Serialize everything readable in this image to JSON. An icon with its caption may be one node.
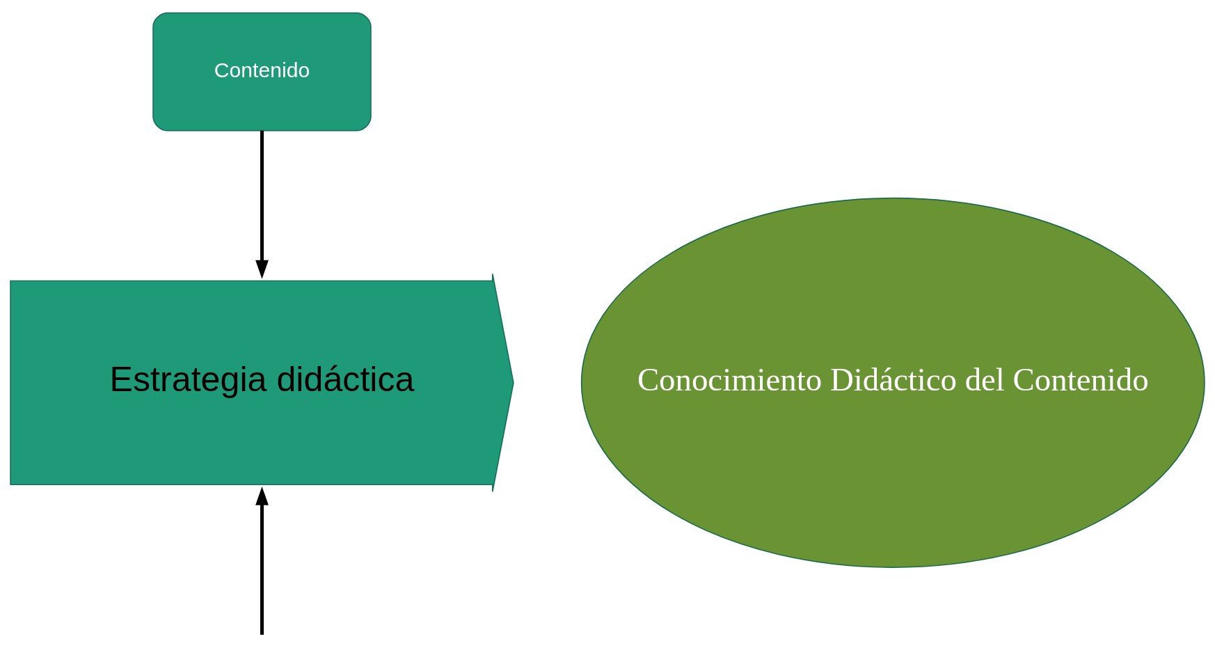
{
  "diagram": {
    "nodes": [
      {
        "text": [
          "Contenido"
        ]
      },
      {
        "text": [
          "Estrategia didáctica"
        ]
      },
      {
        "text": [
          "Conocimiento Didáctico del Contenido"
        ]
      }
    ],
    "edges": [
      {
        "from": 0,
        "to": 1,
        "arrow": "to"
      },
      {
        "from": null,
        "to": 1,
        "arrow": "to"
      }
    ]
  }
}
